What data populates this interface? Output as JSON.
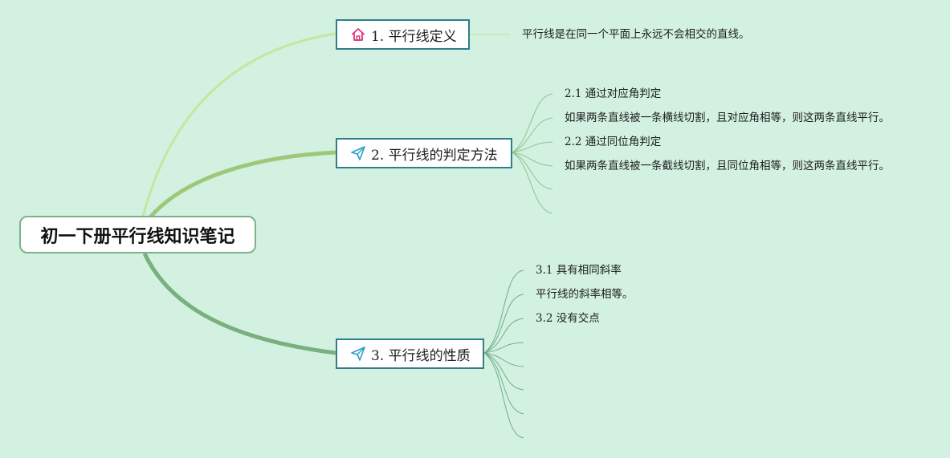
{
  "root": {
    "label": "初一下册平行线知识笔记"
  },
  "branches": [
    {
      "label": "1. 平行线定义",
      "icon": "home-icon",
      "leaves": [
        "平行线是在同一个平面上永远不会相交的直线。"
      ]
    },
    {
      "label": "2. 平行线的判定方法",
      "icon": "paper-plane-icon",
      "leaves": [
        "2.1 通过对应角判定",
        "如果两条直线被一条横线切割，且对应角相等，则这两条直线平行。",
        "2.2 通过同位角判定",
        "如果两条直线被一条截线切割，且同位角相等，则这两条直线平行。"
      ]
    },
    {
      "label": "3. 平行线的性质",
      "icon": "paper-plane-icon",
      "leaves": [
        "3.1 具有相同斜率",
        "平行线的斜率相等。",
        "3.2 没有交点"
      ]
    }
  ],
  "colors": {
    "background": "#d3f1e1",
    "branch1_link": "#c6e6a0",
    "branch2_link": "#9dc87a",
    "branch3_link": "#7aaf7e",
    "leaf_link_2": "#8cc48a",
    "leaf_link_3": "#6fae86",
    "topic_border": "#2f7f88",
    "home_icon": "#d9357a",
    "plane_icon": "#2a9fc7"
  }
}
